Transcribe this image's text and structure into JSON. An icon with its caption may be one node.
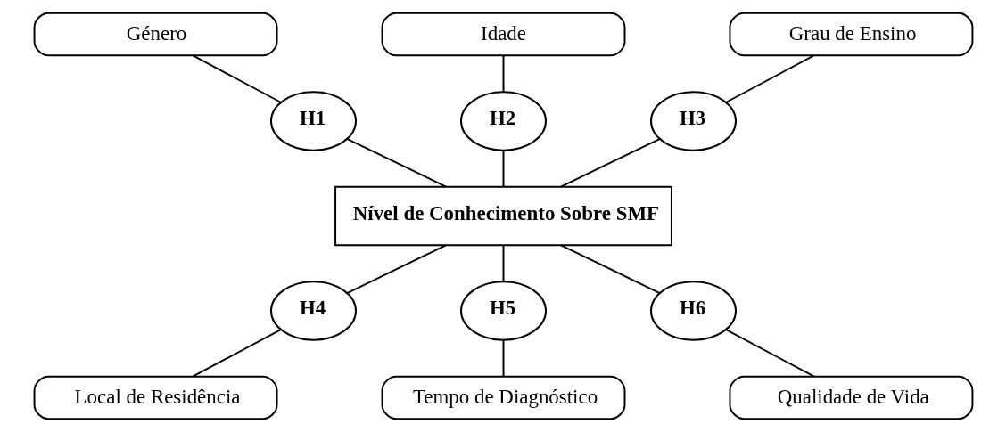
{
  "diagram": {
    "nodes": [
      {
        "text": [
          "Género"
        ]
      },
      {
        "text": [
          "Idade"
        ]
      },
      {
        "text": [
          "Grau de Ensino"
        ]
      },
      {
        "text": [
          "H1"
        ]
      },
      {
        "text": [
          "H2"
        ]
      },
      {
        "text": [
          "H3"
        ]
      },
      {
        "text": [
          "Nível de Conhecimento Sobre SMF"
        ]
      },
      {
        "text": [
          "H4"
        ]
      },
      {
        "text": [
          "H5"
        ]
      },
      {
        "text": [
          "H6"
        ]
      },
      {
        "text": [
          "Local de Residência"
        ]
      },
      {
        "text": [
          "Tempo de Diagnóstico"
        ]
      },
      {
        "text": [
          "Qualidade de Vida"
        ]
      }
    ],
    "edges": [
      {
        "from": 0,
        "to": 3,
        "arrow": "none"
      },
      {
        "from": 3,
        "to": 6,
        "arrow": "none"
      },
      {
        "from": 1,
        "to": 4,
        "arrow": "none"
      },
      {
        "from": 4,
        "to": 6,
        "arrow": "none"
      },
      {
        "from": 2,
        "to": 5,
        "arrow": "none"
      },
      {
        "from": 5,
        "to": 6,
        "arrow": "none"
      },
      {
        "from": 6,
        "to": 7,
        "arrow": "none"
      },
      {
        "from": 7,
        "to": 10,
        "arrow": "none"
      },
      {
        "from": 6,
        "to": 8,
        "arrow": "none"
      },
      {
        "from": 8,
        "to": 11,
        "arrow": "none"
      },
      {
        "from": 6,
        "to": 9,
        "arrow": "none"
      },
      {
        "from": 9,
        "to": 12,
        "arrow": "none"
      }
    ]
  }
}
